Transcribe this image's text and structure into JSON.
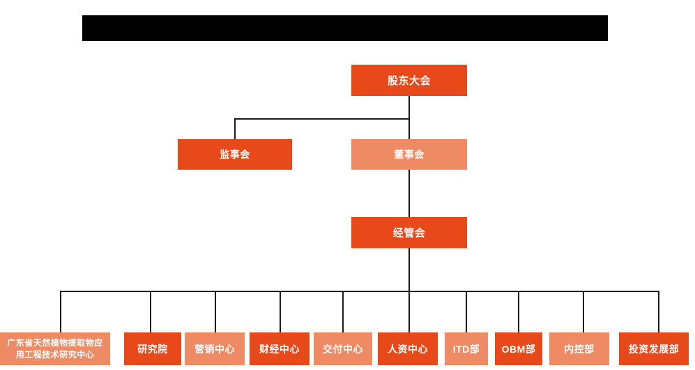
{
  "page": {
    "title_banner": {
      "text": "",
      "redacted": true,
      "color": "#000000"
    },
    "background_color": "#ffffff",
    "line_color": "#1a1a1a"
  },
  "palette": {
    "dark_orange": "#e8491b",
    "light_orange": "#ee8a64",
    "text_on_box": "#ffffff"
  },
  "chart_data": {
    "type": "diagram",
    "diagram_type": "organization-chart",
    "orientation": "top-down",
    "title": "",
    "levels": [
      {
        "level": 1,
        "nodes": [
          "shareholders_meeting"
        ]
      },
      {
        "level": 2,
        "nodes": [
          "board_of_supervisors",
          "board_of_directors"
        ]
      },
      {
        "level": 3,
        "nodes": [
          "management_committee"
        ]
      },
      {
        "level": 4,
        "nodes": [
          "gd_research_center",
          "research_institute",
          "marketing_center",
          "finance_center",
          "delivery_center",
          "hr_center",
          "itd_dept",
          "obm_dept",
          "internal_control_dept",
          "investment_development_dept"
        ]
      }
    ],
    "edges": [
      {
        "from": "shareholders_meeting",
        "to": "board_of_supervisors"
      },
      {
        "from": "shareholders_meeting",
        "to": "board_of_directors"
      },
      {
        "from": "board_of_directors",
        "to": "management_committee"
      },
      {
        "from": "management_committee",
        "to": "gd_research_center"
      },
      {
        "from": "management_committee",
        "to": "research_institute"
      },
      {
        "from": "management_committee",
        "to": "marketing_center"
      },
      {
        "from": "management_committee",
        "to": "finance_center"
      },
      {
        "from": "management_committee",
        "to": "delivery_center"
      },
      {
        "from": "management_committee",
        "to": "hr_center"
      },
      {
        "from": "management_committee",
        "to": "itd_dept"
      },
      {
        "from": "management_committee",
        "to": "obm_dept"
      },
      {
        "from": "management_committee",
        "to": "internal_control_dept"
      },
      {
        "from": "management_committee",
        "to": "investment_development_dept"
      }
    ]
  },
  "nodes": {
    "shareholders_meeting": {
      "label": "股东大会",
      "style": "dark",
      "level": 1
    },
    "board_of_supervisors": {
      "label": "监事会",
      "style": "dark",
      "level": 2
    },
    "board_of_directors": {
      "label": "董事会",
      "style": "light",
      "level": 2
    },
    "management_committee": {
      "label": "经管会",
      "style": "dark",
      "level": 3
    },
    "gd_research_center": {
      "label": "广东省天然植物提取物应\n用工程技术研究中心",
      "style": "light",
      "level": 4
    },
    "research_institute": {
      "label": "研究院",
      "style": "dark",
      "level": 4
    },
    "marketing_center": {
      "label": "营销中心",
      "style": "light",
      "level": 4
    },
    "finance_center": {
      "label": "财经中心",
      "style": "dark",
      "level": 4
    },
    "delivery_center": {
      "label": "交付中心",
      "style": "light",
      "level": 4
    },
    "hr_center": {
      "label": "人资中心",
      "style": "dark",
      "level": 4
    },
    "itd_dept": {
      "label": "ITD部",
      "style": "light",
      "level": 4
    },
    "obm_dept": {
      "label": "OBM部",
      "style": "dark",
      "level": 4
    },
    "internal_control_dept": {
      "label": "内控部",
      "style": "light",
      "level": 4
    },
    "investment_development_dept": {
      "label": "投资发展部",
      "style": "dark",
      "level": 4
    }
  }
}
